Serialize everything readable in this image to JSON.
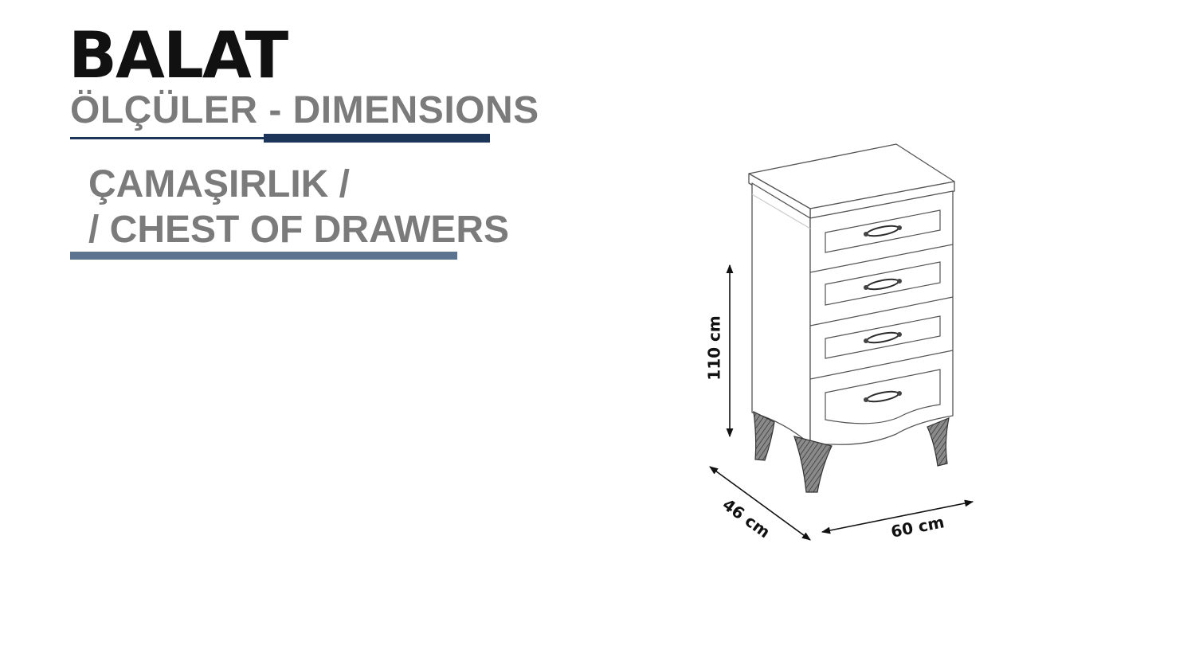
{
  "header": {
    "brand": "BALAT",
    "subtitle": "ÖLÇÜLER - DIMENSIONS"
  },
  "product": {
    "name_tr": "ÇAMAŞIRLIK /",
    "name_en": "/ CHEST OF DRAWERS"
  },
  "dimensions": {
    "height": "110 cm",
    "depth": "46 cm",
    "width": "60 cm"
  },
  "colors": {
    "title": "#111111",
    "subtitle": "#7b7b7b",
    "rule_dark": "#1c3559",
    "rule_light": "#5d7491"
  }
}
